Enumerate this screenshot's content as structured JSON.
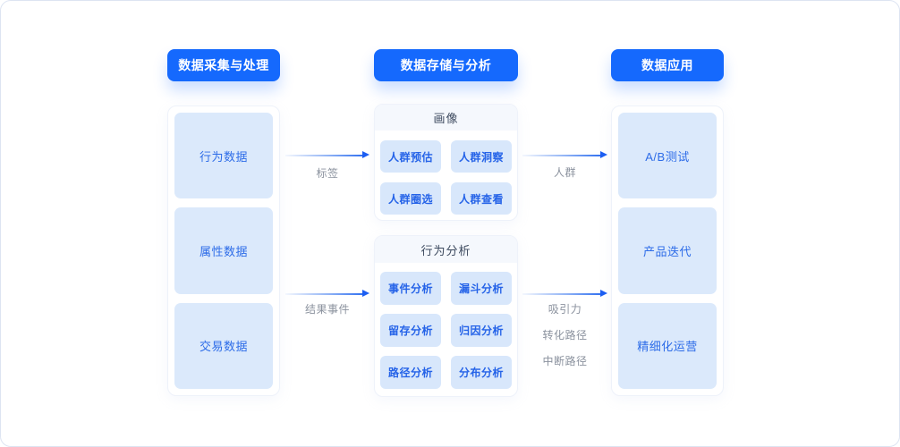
{
  "diagram": {
    "stage_headers": [
      {
        "label": "数据采集与处理"
      },
      {
        "label": "数据存储与分析"
      },
      {
        "label": "数据应用"
      }
    ],
    "left_column": {
      "items": [
        "行为数据",
        "属性数据",
        "交易数据"
      ]
    },
    "middle_column": {
      "cards": [
        {
          "title": "画像",
          "chips": [
            "人群预估",
            "人群洞察",
            "人群圈选",
            "人群查看"
          ]
        },
        {
          "title": "行为分析",
          "chips": [
            "事件分析",
            "漏斗分析",
            "留存分析",
            "归因分析",
            "路径分析",
            "分布分析"
          ]
        }
      ]
    },
    "right_column": {
      "items": [
        "A/B测试",
        "产品迭代",
        "精细化运营"
      ]
    },
    "flows": [
      {
        "from": "left",
        "to": "middle-top",
        "labels": [
          "标签"
        ]
      },
      {
        "from": "left",
        "to": "middle-bottom",
        "labels": [
          "结果事件"
        ]
      },
      {
        "from": "middle-top",
        "to": "right",
        "labels": [
          "人群"
        ]
      },
      {
        "from": "middle-bottom",
        "to": "right",
        "labels": [
          "吸引力",
          "转化路径",
          "中断路径"
        ]
      }
    ],
    "colors": {
      "primary_blue": "#1569fd",
      "node_bg": "#dbe9fb",
      "node_text": "#2d6ce8",
      "chip_bg": "#d8e7fb",
      "chip_text": "#2563e8",
      "card_header_bg": "#f5f8fd",
      "card_header_text": "#3d4a5f",
      "arrow_blue": "#1c5ef2",
      "arrow_label_gray": "#8b929e",
      "canvas_border": "#dde4f2"
    }
  }
}
